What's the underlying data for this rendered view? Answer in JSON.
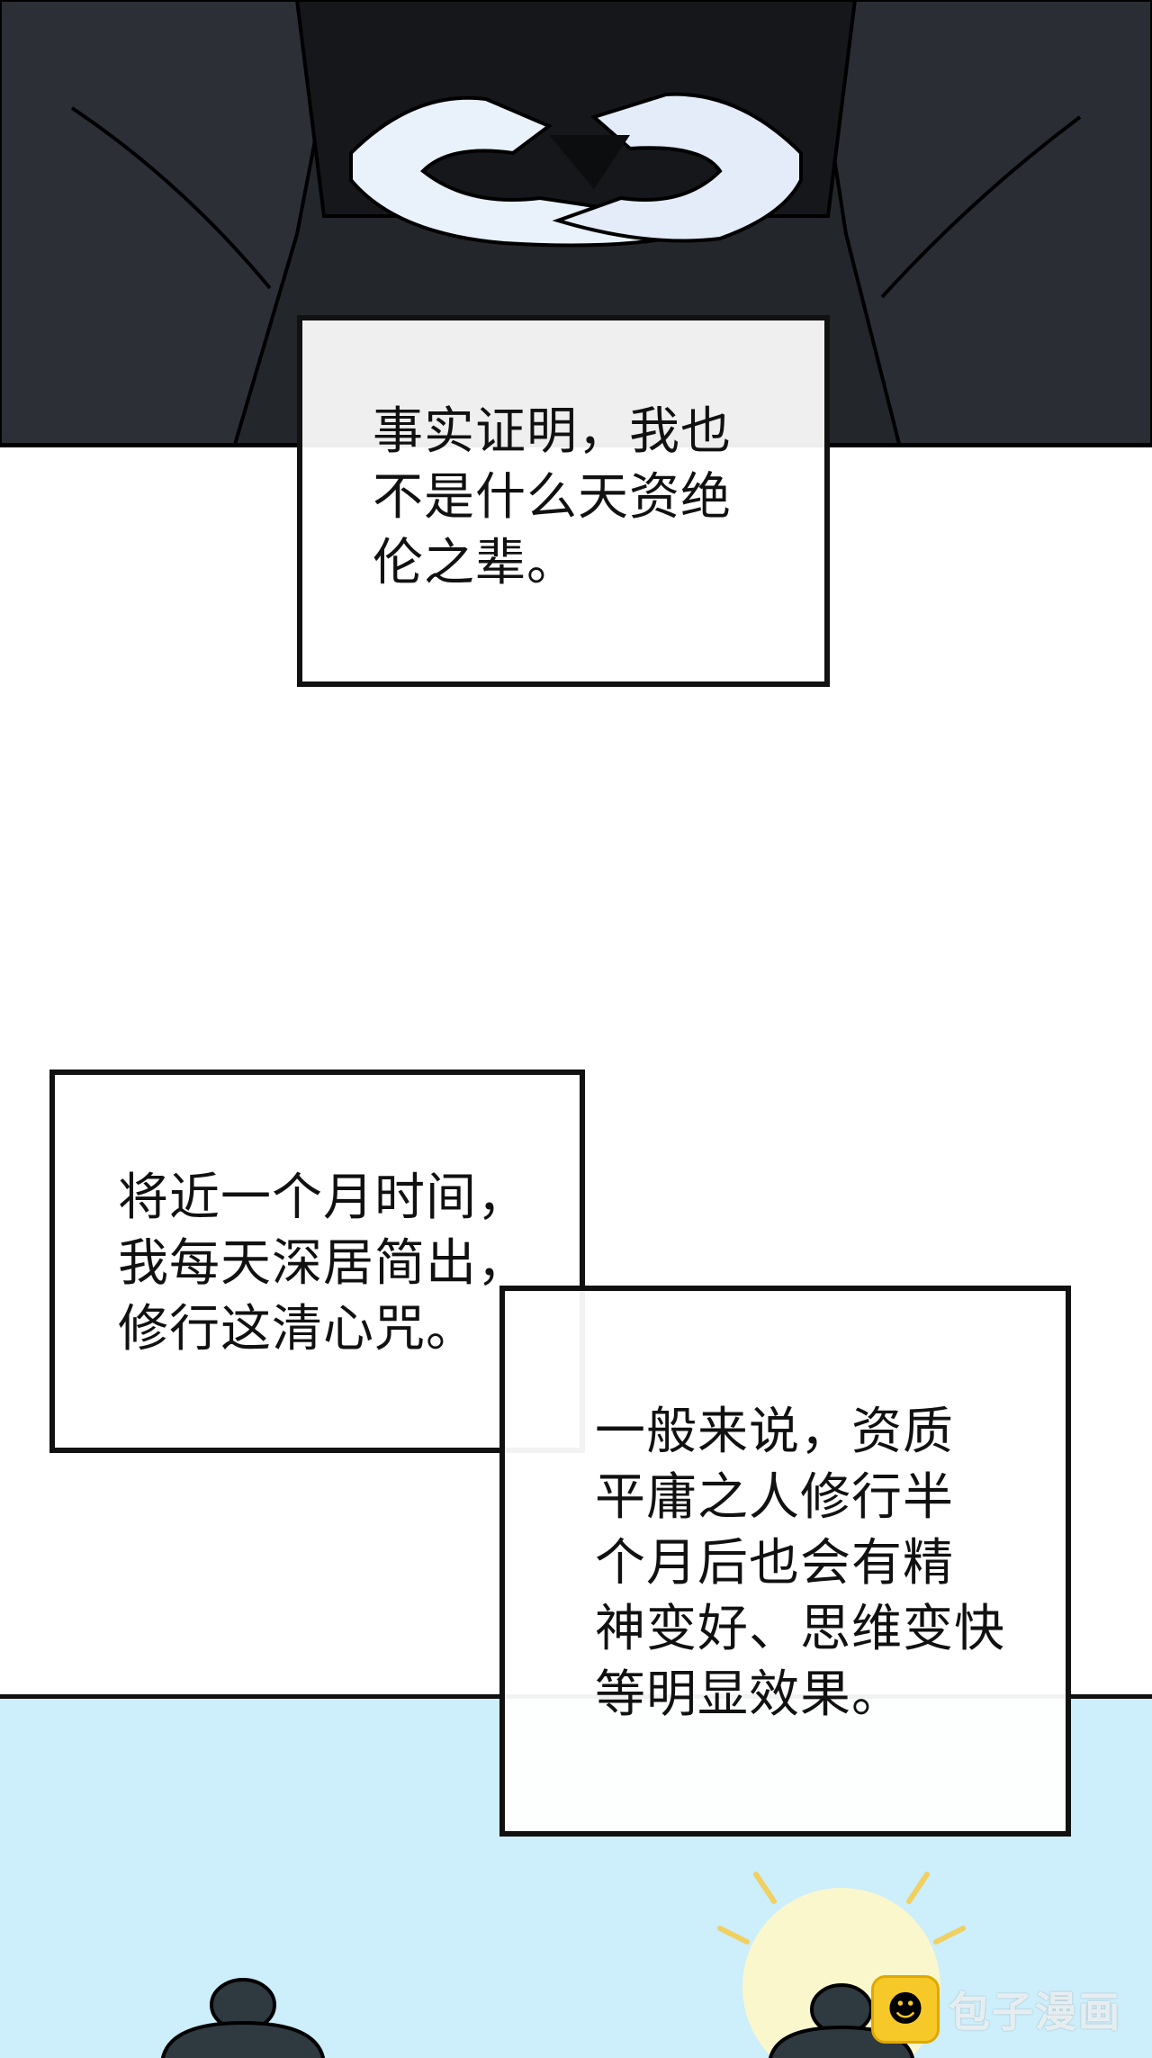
{
  "captions": {
    "first": {
      "lines": [
        "事实证明，我也",
        "不是什么天资绝",
        "伦之辈。"
      ]
    },
    "second": {
      "lines": [
        "将近一个月时间，",
        "我每天深居简出，",
        "修行这清心咒。"
      ]
    },
    "third": {
      "lines": [
        "一般来说，资质",
        "平庸之人修行半",
        "个月后也会有精",
        "神变好、思维变快",
        "等明显效果。"
      ]
    }
  },
  "watermark": {
    "text": "包子漫画",
    "icon": "bun-mascot-icon"
  },
  "colors": {
    "robe": "#1d2024",
    "sky": "#cdeefb",
    "border": "#111111",
    "badge": "#f7c928"
  }
}
